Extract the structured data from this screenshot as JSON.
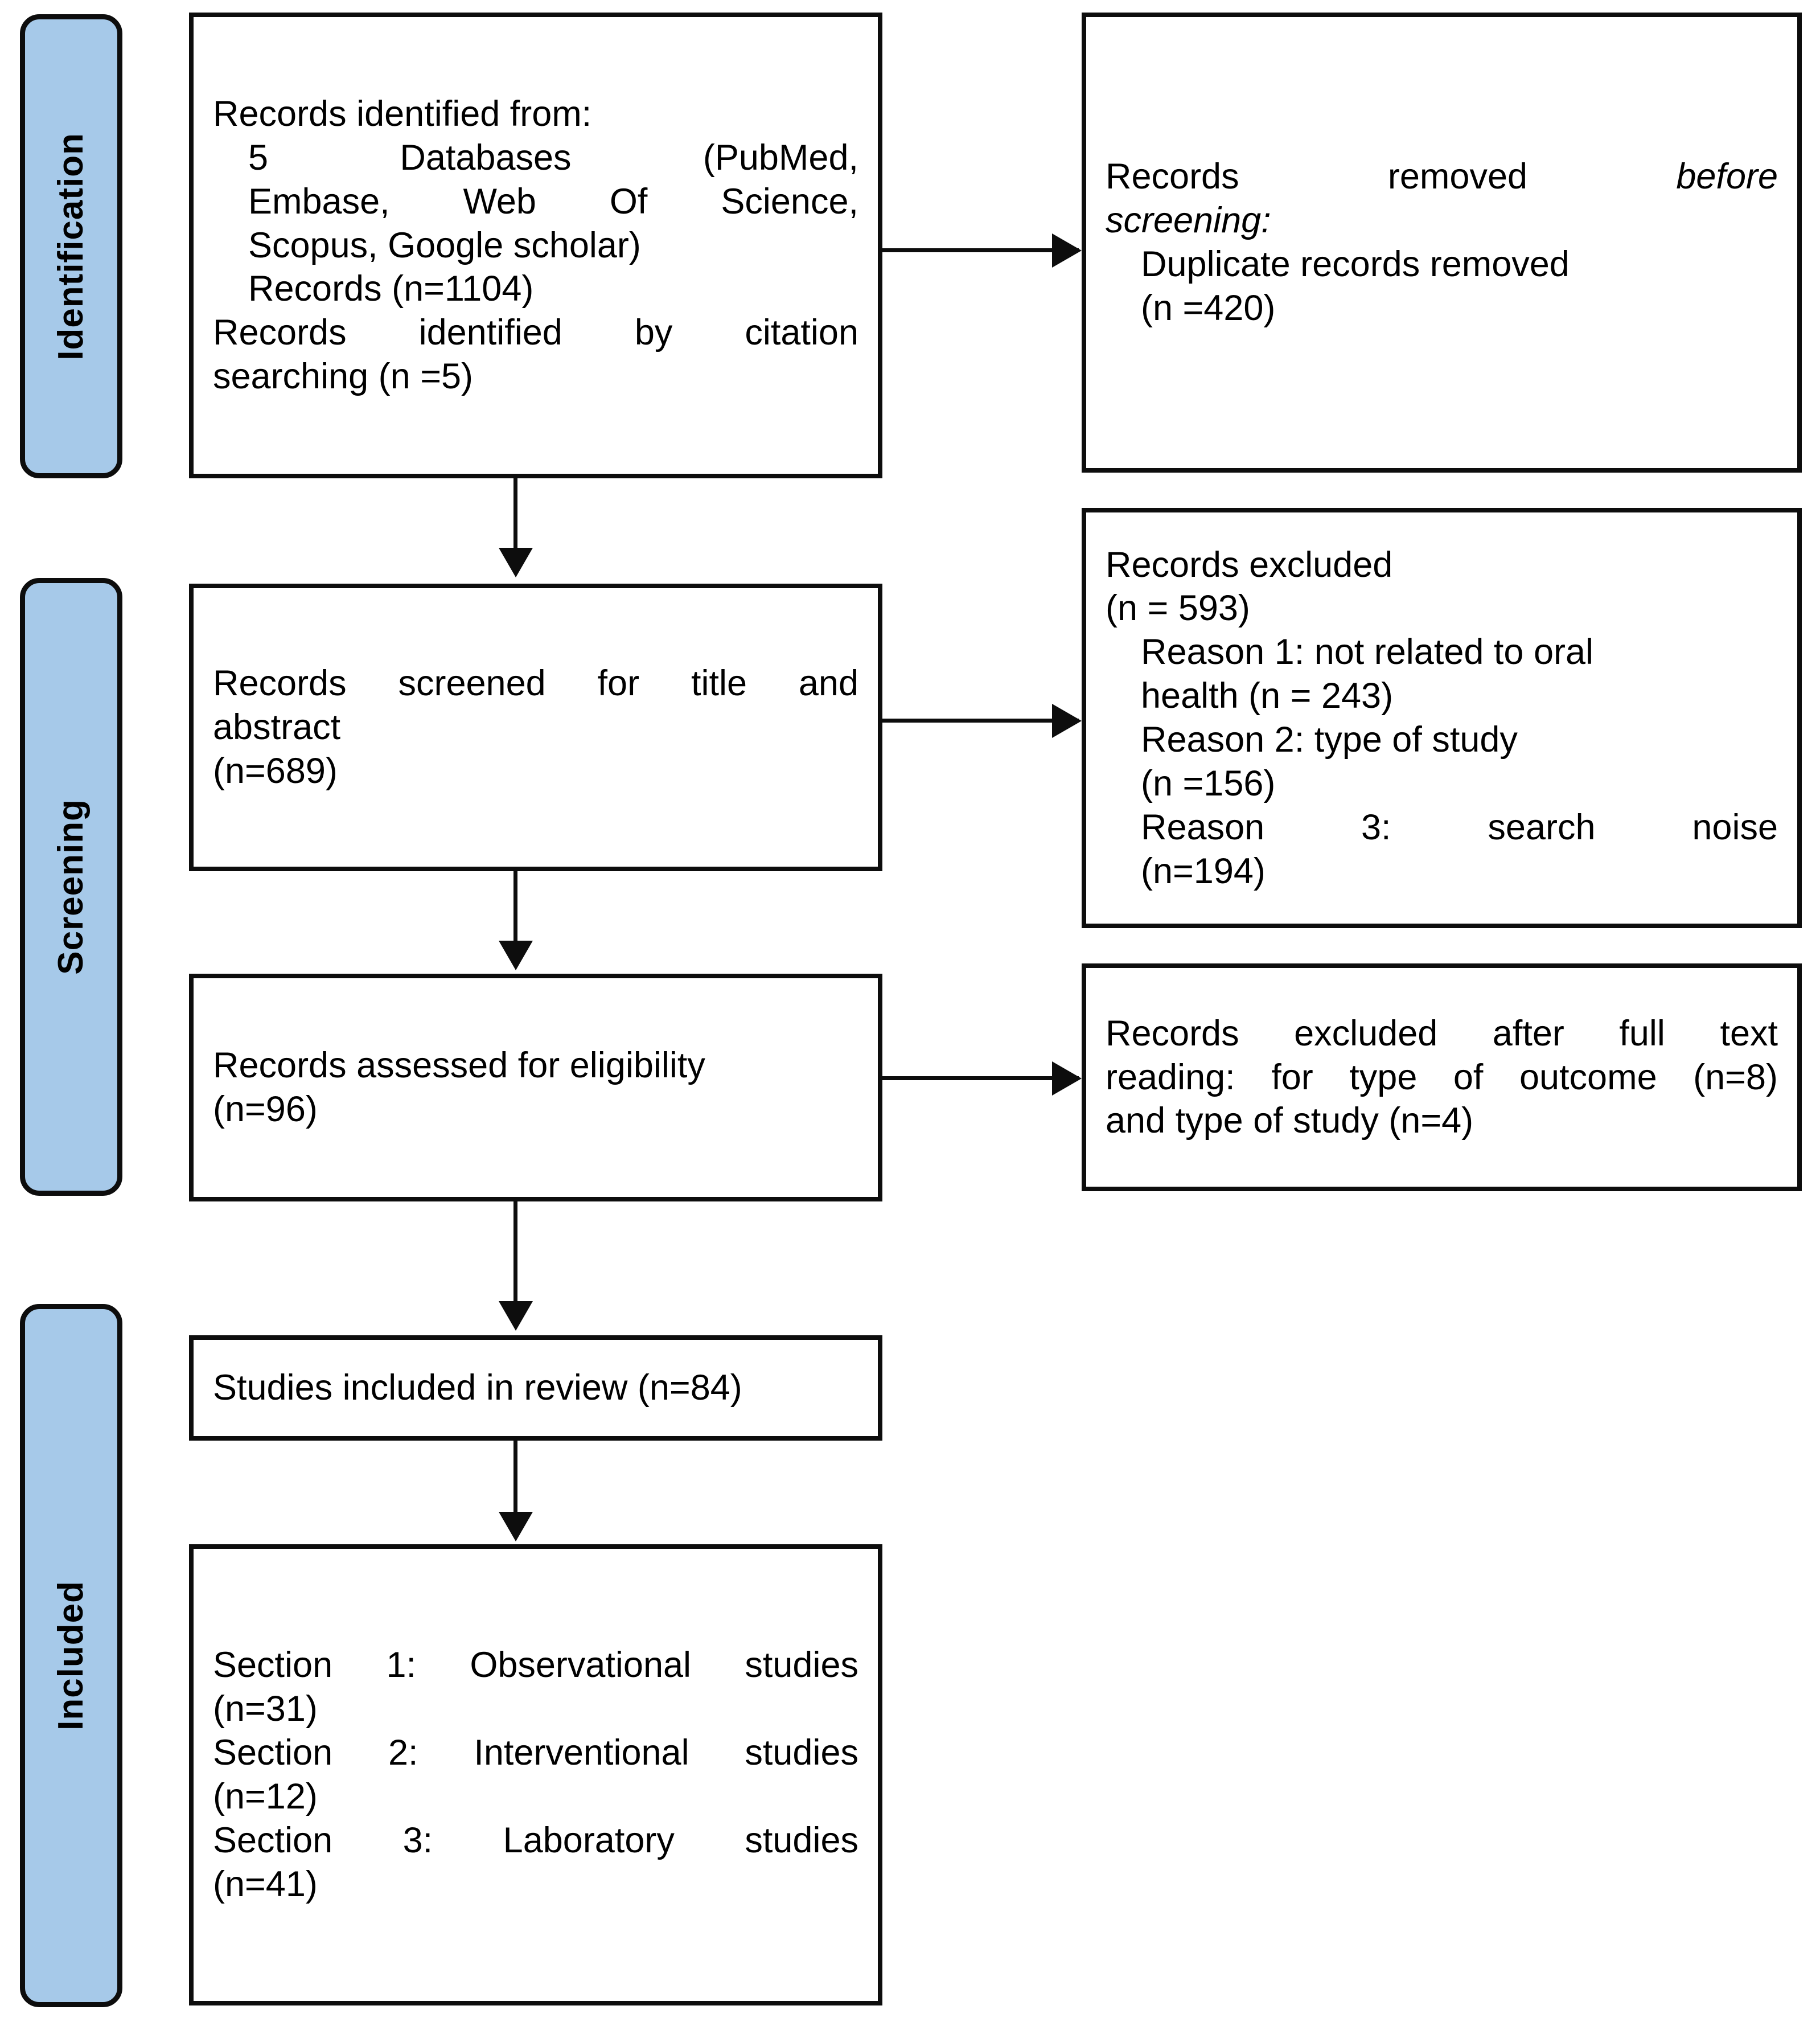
{
  "diagram": {
    "title": "PRISMA flow diagram",
    "accent_color": "#a6c9e9",
    "line_color": "#0d0d0d",
    "background_color": "#ffffff"
  },
  "phases": [
    {
      "id": "identification",
      "label": "Identification"
    },
    {
      "id": "screening",
      "label": "Screening"
    },
    {
      "id": "included",
      "label": "Included"
    }
  ],
  "boxes": {
    "identified": {
      "line1": "Records identified from:",
      "line2": "5 Databases (PubMed,",
      "line3": "Embase, Web Of Science,",
      "line4": "Scopus, Google scholar)",
      "line5": "Records (n=1104)",
      "line6": "Records identified by citation",
      "line7": "searching (n =5)"
    },
    "removed": {
      "line1_a": "Records removed ",
      "line1_b": "before",
      "line2": "screening:",
      "line3": "Duplicate records removed",
      "line4": "(n =420)"
    },
    "screened": {
      "line1": "Records screened for title and",
      "line2": "abstract",
      "line3": "(n=689)"
    },
    "excluded_screening": {
      "line1": "Records excluded",
      "line2": "(n = 593)",
      "line3": "Reason 1: not related to oral",
      "line4": "health (n = 243)",
      "line5": "Reason 2: type of study",
      "line6": "(n =156)",
      "line7": "Reason 3: search noise",
      "line8": "(n=194)"
    },
    "eligibility": {
      "line1": "Records assessed for eligibility",
      "line2": "(n=96)"
    },
    "excluded_fulltext": {
      "line1": "Records excluded after full text",
      "line2": "reading: for type of outcome (n=8)",
      "line3": "and type of study (n=4)"
    },
    "studies_included": {
      "line1": "Studies included in review (n=84)"
    },
    "sections": {
      "line1": "Section 1: Observational studies",
      "line2": "(n=31)",
      "line3": "Section 2: Interventional studies",
      "line4": "(n=12)",
      "line5": "Section 3: Laboratory studies",
      "line6": "(n=41)"
    }
  },
  "chart_data": {
    "type": "diagram",
    "title": "PRISMA 2020 study selection flow",
    "nodes": [
      {
        "id": "identified",
        "phase": "Identification",
        "label": "Records identified from: 5 Databases (PubMed, Embase, Web Of Science, Scopus, Google scholar) Records (n=1104); Records identified by citation searching (n =5)",
        "counts": {
          "databases": 1104,
          "citation_searching": 5,
          "database_count": 5
        }
      },
      {
        "id": "removed",
        "phase": "Identification",
        "label": "Records removed before screening: Duplicate records removed (n =420)",
        "counts": {
          "duplicates_removed": 420
        }
      },
      {
        "id": "screened",
        "phase": "Screening",
        "label": "Records screened for title and abstract (n=689)",
        "counts": {
          "screened": 689
        }
      },
      {
        "id": "excluded_screening",
        "phase": "Screening",
        "label": "Records excluded (n = 593)",
        "counts": {
          "excluded": 593,
          "reason_1_not_related_to_oral_health": 243,
          "reason_2_type_of_study": 156,
          "reason_3_search_noise": 194
        }
      },
      {
        "id": "eligibility",
        "phase": "Screening",
        "label": "Records assessed for eligibility (n=96)",
        "counts": {
          "assessed": 96
        }
      },
      {
        "id": "excluded_fulltext",
        "phase": "Screening",
        "label": "Records excluded after full text reading: for type of outcome (n=8) and type of study (n=4)",
        "counts": {
          "type_of_outcome": 8,
          "type_of_study": 4
        }
      },
      {
        "id": "studies_included",
        "phase": "Included",
        "label": "Studies included in review (n=84)",
        "counts": {
          "included": 84
        }
      },
      {
        "id": "sections",
        "phase": "Included",
        "label": "Section 1: Observational studies (n=31); Section 2: Interventional studies (n=12); Section 3: Laboratory studies (n=41)",
        "counts": {
          "observational": 31,
          "interventional": 12,
          "laboratory": 41
        }
      }
    ],
    "edges": [
      {
        "from": "identified",
        "to": "removed",
        "direction": "right"
      },
      {
        "from": "identified",
        "to": "screened",
        "direction": "down"
      },
      {
        "from": "screened",
        "to": "excluded_screening",
        "direction": "right"
      },
      {
        "from": "screened",
        "to": "eligibility",
        "direction": "down"
      },
      {
        "from": "eligibility",
        "to": "excluded_fulltext",
        "direction": "right"
      },
      {
        "from": "eligibility",
        "to": "studies_included",
        "direction": "down"
      },
      {
        "from": "studies_included",
        "to": "sections",
        "direction": "down"
      }
    ]
  }
}
